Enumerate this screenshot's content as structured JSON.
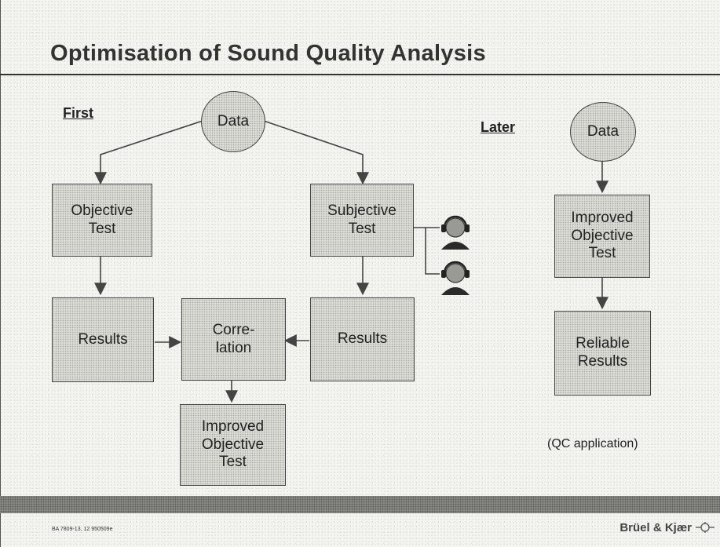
{
  "title": "Optimisation of Sound Quality Analysis",
  "first": {
    "heading": "First",
    "data_node": "Data",
    "objective_test": "Objective\nTest",
    "subjective_test": "Subjective\nTest",
    "results_left": "Results",
    "correlation": "Corre-\nlation",
    "results_right": "Results",
    "improved_objective_test": "Improved\nObjective\nTest"
  },
  "later": {
    "heading": "Later",
    "data_node": "Data",
    "improved_objective_test": "Improved\nObjective\nTest",
    "reliable_results": "Reliable\nResults",
    "note": "(QC application)"
  },
  "footer": {
    "doc_code": "BA 7809-13, 12     950509e",
    "brand": "Brüel & Kjær"
  },
  "icons": [
    "listener-headphones-icon",
    "listener-headphones-icon",
    "brand-logo-icon"
  ],
  "colors": {
    "box_fill": "#dcdcd6",
    "line": "#444444",
    "footer_band": "#8a8a86"
  }
}
